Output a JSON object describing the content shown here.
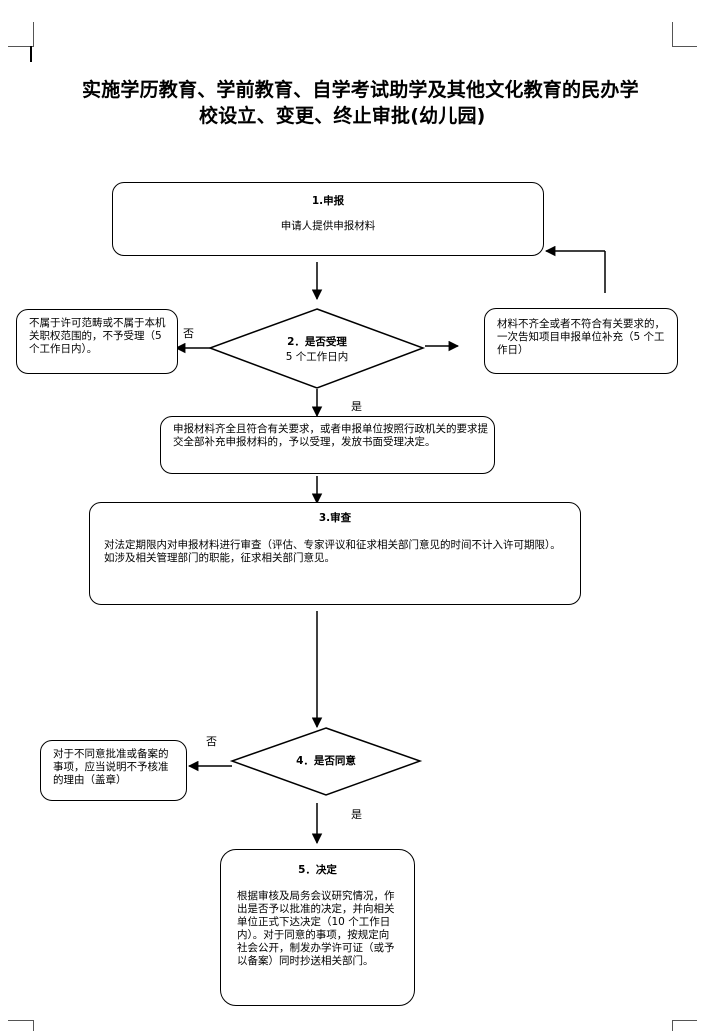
{
  "title": {
    "line1": "实施学历教育、学前教育、自学考试助学及其他文化教育的民办学",
    "line2": "校设立、变更、终止审批(幼儿园)"
  },
  "step1": {
    "heading": "1.申报",
    "body": "申请人提供申报材料"
  },
  "left_reject": {
    "body": "不属于许可范畴或不属于本机关职权范围的，不予受理（5 个工作日内）。"
  },
  "decision2": {
    "heading": "2．是否受理",
    "sub": "5 个工作日内"
  },
  "right_supplement": {
    "body": "材料不齐全或者不符合有关要求的，一次告知项目申报单位补充（5 个工作日）"
  },
  "accept_box": {
    "body": "申报材料齐全且符合有关要求，或者申报单位按照行政机关的要求提交全部补充申报材料的，予以受理，发放书面受理决定。"
  },
  "step3": {
    "heading": "3.审查",
    "body": "对法定期限内对申报材料进行审查（评估、专家评议和征求相关部门意见的时间不计入许可期限）。如涉及相关管理部门的职能，征求相关部门意见。"
  },
  "decision4": {
    "heading": "4．是否同意"
  },
  "disagree_box": {
    "body": "对于不同意批准或备案的事项，应当说明不予核准的理由（盖章）"
  },
  "step5": {
    "heading": "5．决定",
    "body": "根据审核及局务会议研究情况，作出是否予以批准的决定，并向相关单位正式下达决定（10 个工作日内）。对于同意的事项，按规定向社会公开，制发办学许可证（或予以备案）同时抄送相关部门。"
  },
  "labels": {
    "no1": "否",
    "yes1": "是",
    "no2": "否",
    "yes2": "是"
  }
}
